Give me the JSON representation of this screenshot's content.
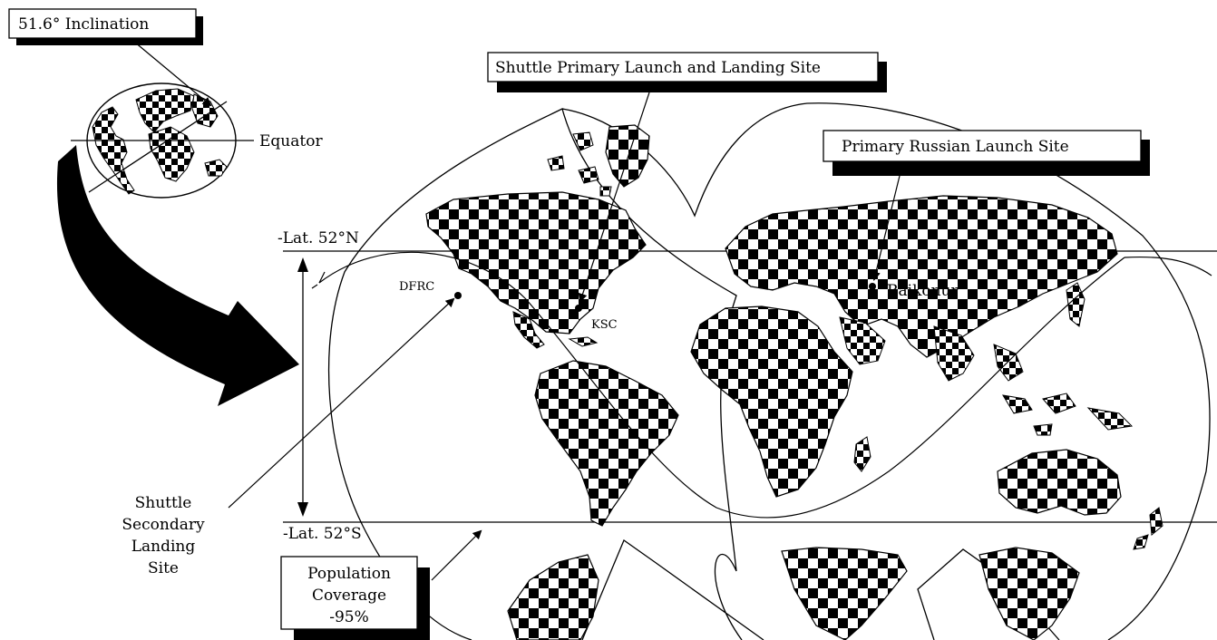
{
  "callouts": {
    "inclination": "51.6° Inclination",
    "shuttle_primary": "Shuttle Primary Launch and Landing Site",
    "russian_primary": "Primary Russian Launch Site",
    "population_line1": "Population",
    "population_line2": "Coverage",
    "population_line3": "-95%"
  },
  "labels": {
    "equator": "Equator",
    "lat_north": "-Lat. 52°N",
    "lat_south": "-Lat. 52°S",
    "dfrc": "DFRC",
    "ksc": "KSC",
    "baikonur": "Baikonur",
    "secondary_line1": "Shuttle",
    "secondary_line2": "Secondary",
    "secondary_line3": "Landing",
    "secondary_line4": "Site"
  },
  "colors": {
    "ink": "#000000",
    "paper": "#ffffff"
  }
}
